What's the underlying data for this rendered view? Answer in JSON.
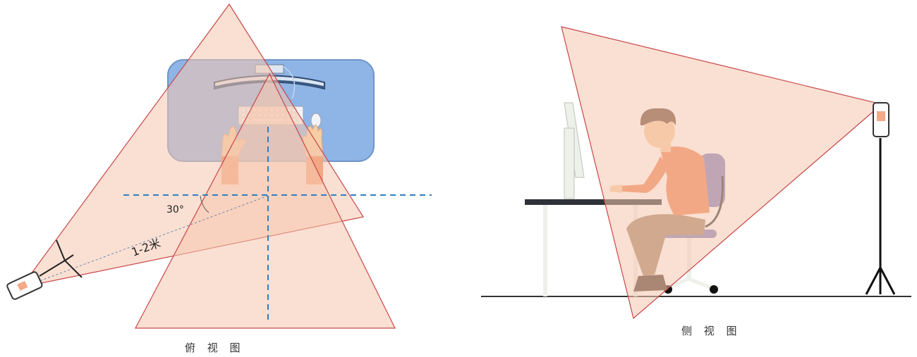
{
  "top_view": {
    "caption": "俯 视 图",
    "angle_label": "30°",
    "distance_label": "1-2米"
  },
  "side_view": {
    "caption": "侧 视 图"
  },
  "colors": {
    "fov_fill": "#f6c6ad",
    "fov_stroke": "#c8474a",
    "guide_dash": "#2f7fc1",
    "desk_blue": "#8fb4e6",
    "shirt": "#ef8456",
    "trousers": "#a3856c",
    "chair": "#7f7fbf",
    "hair": "#6b4a36",
    "ground": "#333333"
  },
  "icons": [
    "phone-camera-icon",
    "tripod-icon",
    "monitor-icon",
    "keyboard-icon",
    "mouse-icon",
    "hand-icon"
  ]
}
